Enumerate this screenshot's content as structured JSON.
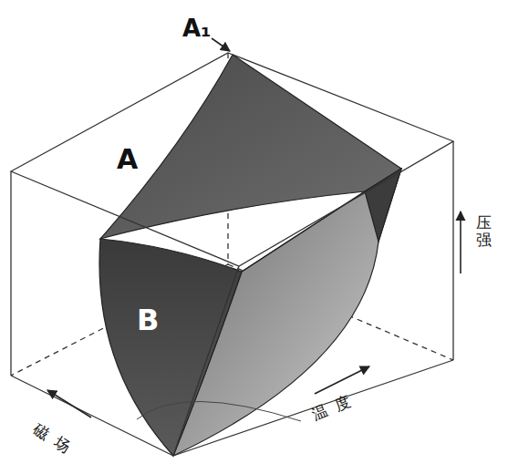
{
  "diagram": {
    "labels": [
      "A₁",
      "A",
      "B",
      "压强",
      "温度",
      "磁场"
    ]
  }
}
